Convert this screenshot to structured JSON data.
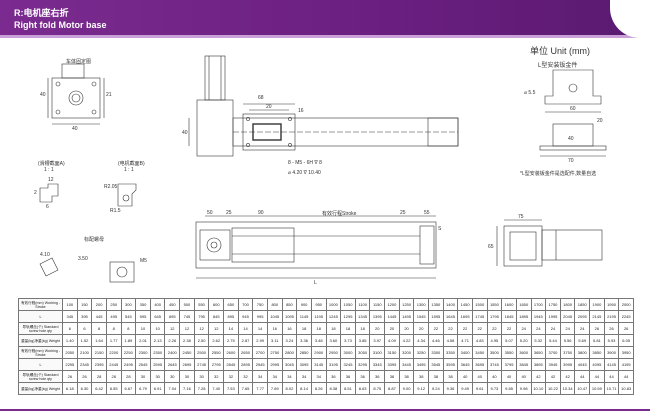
{
  "header": {
    "title_cn": "R:电机座右折",
    "title_en": "Right fold Motor base"
  },
  "unit_label": "单位 Unit (mm)",
  "labels": {
    "top_left_plate": "车体固定图",
    "d40a": "40",
    "d40b": "40",
    "d21": "21",
    "detail_a_cn": "(滑槽截面A)",
    "detail_a_scale": "1 : 1",
    "detail_b_cn": "(电机截面B)",
    "detail_b_scale": "1 : 1",
    "d12": "12",
    "d2": "2",
    "d6": "6",
    "r205": "R2.05",
    "r15": "R1.5",
    "nut_cn": "标配螺母",
    "d410": "4.10",
    "d350": "3.50",
    "m5": "M5",
    "d68": "68",
    "d20": "20",
    "d16": "16",
    "d40side": "40",
    "screw": "8 - M5 - 6H ∇ 8",
    "hole": "⌀ 4.20 ∇ 10.40",
    "bracket_cn": "L型安装钣金件",
    "d55": "⌀ 5.5",
    "d60": "60",
    "d20b": "20",
    "d40c": "40",
    "d70": "70",
    "bracket_note": "*L型安装钣金件是选配件,数量自选",
    "d50": "50",
    "d25": "25",
    "d90": "90",
    "stroke": "有效行程Stroke",
    "d25b": "25",
    "d55b": "55",
    "dS": "S",
    "dL": "L",
    "d75": "75",
    "d65": "65"
  },
  "table": {
    "row_labels": [
      "有效行程(mm) Working - Stroke",
      "L",
      "导轨螺丝(个) Standard screw hole qty",
      "重量(kg)净重(kg) Weight",
      "有效行程(mm) Working - Stroke",
      "L",
      "导轨螺丝(个) Standard screw hole qty",
      "重量(kg)净重(kg) Weight"
    ],
    "rows": [
      [
        "100",
        "150",
        "200",
        "250",
        "300",
        "350",
        "400",
        "450",
        "500",
        "550",
        "600",
        "650",
        "700",
        "750",
        "800",
        "850",
        "900",
        "950",
        "1000",
        "1050",
        "1100",
        "1150",
        "1200",
        "1250",
        "1300",
        "1350",
        "1400",
        "1450",
        "1500",
        "1550",
        "1600",
        "1650",
        "1700",
        "1750",
        "1800",
        "1850",
        "1900",
        "1950",
        "2000"
      ],
      [
        "345",
        "395",
        "445",
        "495",
        "545",
        "595",
        "645",
        "695",
        "745",
        "795",
        "845",
        "895",
        "945",
        "995",
        "1045",
        "1095",
        "1145",
        "1195",
        "1245",
        "1295",
        "1345",
        "1395",
        "1445",
        "1495",
        "1545",
        "1595",
        "1645",
        "1695",
        "1745",
        "1795",
        "1845",
        "1895",
        "1945",
        "1995",
        "2045",
        "2095",
        "2145",
        "2195",
        "2245"
      ],
      [
        "6",
        "6",
        "8",
        "8",
        "8",
        "10",
        "10",
        "12",
        "12",
        "12",
        "12",
        "14",
        "14",
        "14",
        "16",
        "16",
        "18",
        "18",
        "18",
        "18",
        "18",
        "20",
        "20",
        "20",
        "20",
        "22",
        "22",
        "22",
        "22",
        "22",
        "22",
        "24",
        "24",
        "24",
        "24",
        "24",
        "26",
        "26",
        "26"
      ],
      [
        "1.40",
        "1.52",
        "1.64",
        "1.77",
        "1.89",
        "2.01",
        "2.13",
        "2.26",
        "2.38",
        "2.50",
        "2.62",
        "2.75",
        "2.87",
        "2.99",
        "3.11",
        "3.24",
        "3.36",
        "3.48",
        "3.60",
        "3.73",
        "3.85",
        "3.97",
        "4.09",
        "4.22",
        "4.34",
        "4.46",
        "4.58",
        "4.71",
        "4.83",
        "4.95",
        "5.07",
        "5.20",
        "5.32",
        "5.44",
        "5.56",
        "5.69",
        "5.81",
        "5.93",
        "6.05"
      ],
      [
        "2050",
        "2100",
        "2150",
        "2200",
        "2250",
        "2300",
        "2350",
        "2400",
        "2450",
        "2500",
        "2550",
        "2600",
        "2650",
        "2700",
        "2750",
        "2800",
        "2850",
        "2900",
        "2950",
        "3000",
        "3050",
        "3100",
        "3150",
        "3200",
        "3250",
        "3300",
        "3350",
        "3400",
        "3450",
        "3500",
        "3550",
        "3600",
        "3650",
        "3700",
        "3750",
        "3800",
        "3850",
        "3900",
        "3950"
      ],
      [
        "2295",
        "2345",
        "2395",
        "2445",
        "2495",
        "2545",
        "2595",
        "2645",
        "2695",
        "2745",
        "2795",
        "2845",
        "2895",
        "2945",
        "2995",
        "3045",
        "3095",
        "3145",
        "3195",
        "3245",
        "3295",
        "3345",
        "3395",
        "3445",
        "3495",
        "3545",
        "3595",
        "3645",
        "3695",
        "3745",
        "3795",
        "3845",
        "3895",
        "3945",
        "3995",
        "4045",
        "4095",
        "4145",
        "4195"
      ],
      [
        "26",
        "26",
        "28",
        "28",
        "28",
        "30",
        "30",
        "30",
        "30",
        "30",
        "32",
        "32",
        "32",
        "34",
        "34",
        "34",
        "34",
        "34",
        "36",
        "36",
        "36",
        "36",
        "38",
        "38",
        "38",
        "38",
        "38",
        "40",
        "40",
        "40",
        "40",
        "40",
        "42",
        "42",
        "42",
        "44",
        "44",
        "44",
        "44"
      ],
      [
        "6.18",
        "6.30",
        "6.42",
        "6.55",
        "6.67",
        "6.79",
        "6.91",
        "7.04",
        "7.16",
        "7.28",
        "7.40",
        "7.53",
        "7.65",
        "7.77",
        "7.89",
        "8.02",
        "8.14",
        "8.26",
        "8.38",
        "8.51",
        "8.63",
        "8.75",
        "8.87",
        "9.00",
        "9.12",
        "9.24",
        "9.36",
        "9.49",
        "9.61",
        "9.73",
        "9.85",
        "9.98",
        "10.10",
        "10.22",
        "10.34",
        "10.47",
        "10.59",
        "10.71",
        "10.83"
      ]
    ]
  }
}
